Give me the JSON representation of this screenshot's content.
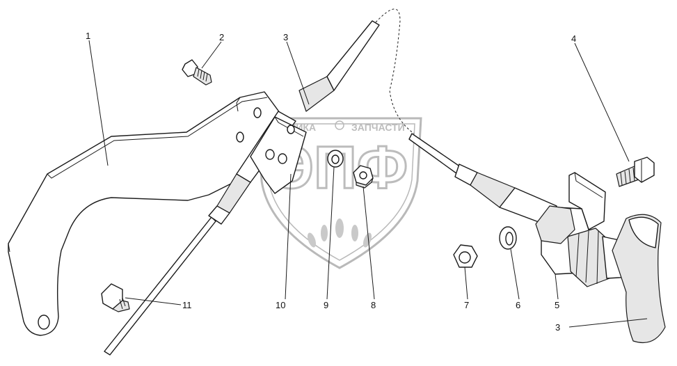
{
  "watermark": {
    "brand_letters": "ЭПФ",
    "top_text_left": "ТЕХНИКА",
    "top_text_right": "ЗАПЧАСТИ"
  },
  "callouts": [
    {
      "id": "callout-1",
      "text": "1"
    },
    {
      "id": "callout-2",
      "text": "2"
    },
    {
      "id": "callout-3a",
      "text": "3"
    },
    {
      "id": "callout-3b",
      "text": "3"
    },
    {
      "id": "callout-4",
      "text": "4"
    },
    {
      "id": "callout-5",
      "text": "5"
    },
    {
      "id": "callout-6",
      "text": "6"
    },
    {
      "id": "callout-7",
      "text": "7"
    },
    {
      "id": "callout-8",
      "text": "8"
    },
    {
      "id": "callout-9",
      "text": "9"
    },
    {
      "id": "callout-10",
      "text": "10"
    },
    {
      "id": "callout-11",
      "text": "11"
    }
  ]
}
